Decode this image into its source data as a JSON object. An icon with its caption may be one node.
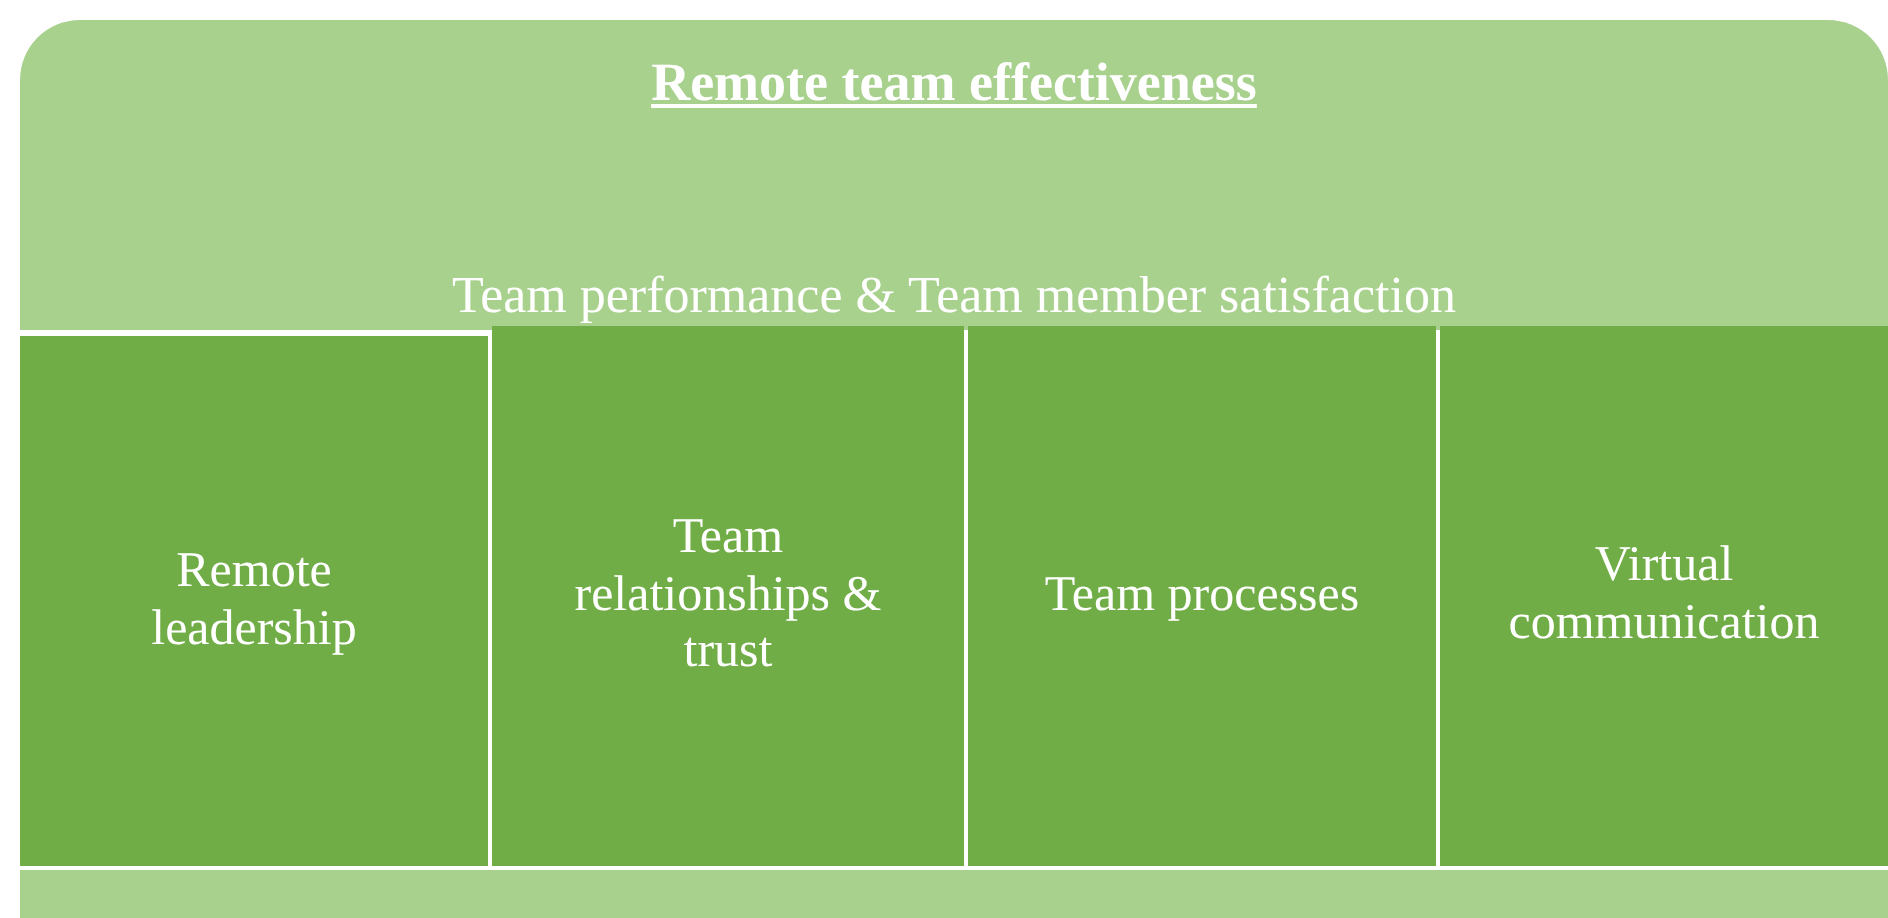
{
  "diagram": {
    "nodes": [
      {
        "text": [
          "Remote team effectiveness",
          "Team performance & Team member satisfaction"
        ]
      },
      {
        "text": [
          "Remote leadership"
        ]
      },
      {
        "text": [
          "Team relationships & trust"
        ]
      },
      {
        "text": [
          "Team processes"
        ]
      },
      {
        "text": [
          "Virtual communication"
        ]
      },
      {
        "text": [],
        "shape": "bar"
      }
    ]
  }
}
